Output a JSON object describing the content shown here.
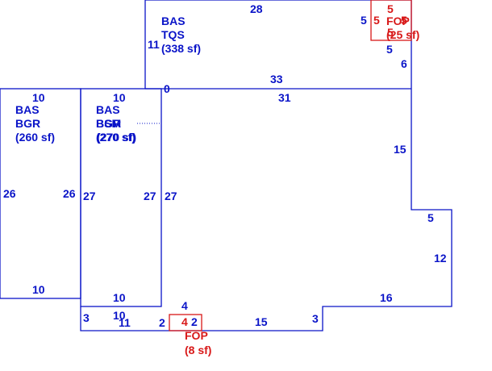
{
  "colors": {
    "structure": "#0a14c8",
    "porch": "#d81818",
    "background": "#ffffff"
  },
  "areas": {
    "tqs": {
      "code": "BAS",
      "name": "TQS",
      "area": "(338 sf)"
    },
    "bgr": {
      "code": "BAS",
      "name": "BGR",
      "area": "(260 sf)"
    },
    "bgr2": {
      "code": "BAS",
      "name_a": "BGR",
      "name_b": "BSM",
      "area_a": "(270 sf)",
      "area_b": "(270 sf)"
    },
    "fop_top": {
      "name": "FOP",
      "area": "(25 sf)"
    },
    "fop_bottom": {
      "name": "FOP",
      "area": "(8 sf)"
    }
  },
  "dimensions": {
    "top_28": "28",
    "tqs_left_11": "11",
    "tqs_right_5": "5",
    "tqs_right_6": "6",
    "mid_33": "33",
    "mid_31": "31",
    "zero": "0",
    "bgr_top_10": "10",
    "bgr_left_26": "26",
    "bgr_right_26": "26",
    "bgr_bottom_10": "10",
    "bsm_top_10": "10",
    "bsm_left_27": "27",
    "bsm_right_27": "27",
    "right_27": "27",
    "bsm_bottom_10": "10",
    "main_right_15": "15",
    "step_5": "5",
    "right_12": "12",
    "bottom_16": "16",
    "step_3_right": "3",
    "bottom_15": "15",
    "porch_left_2": "2",
    "porch_top_4": "4",
    "bottom_left_3": "3",
    "bottom_10": "10",
    "bottom_11": "11",
    "fop_top_5a": "5",
    "fop_top_5b": "5",
    "fop_top_5c": "5",
    "fop_top_5d": "5",
    "fop_top_5e": "5",
    "fop_b_4": "4",
    "fop_b_2": "2"
  }
}
